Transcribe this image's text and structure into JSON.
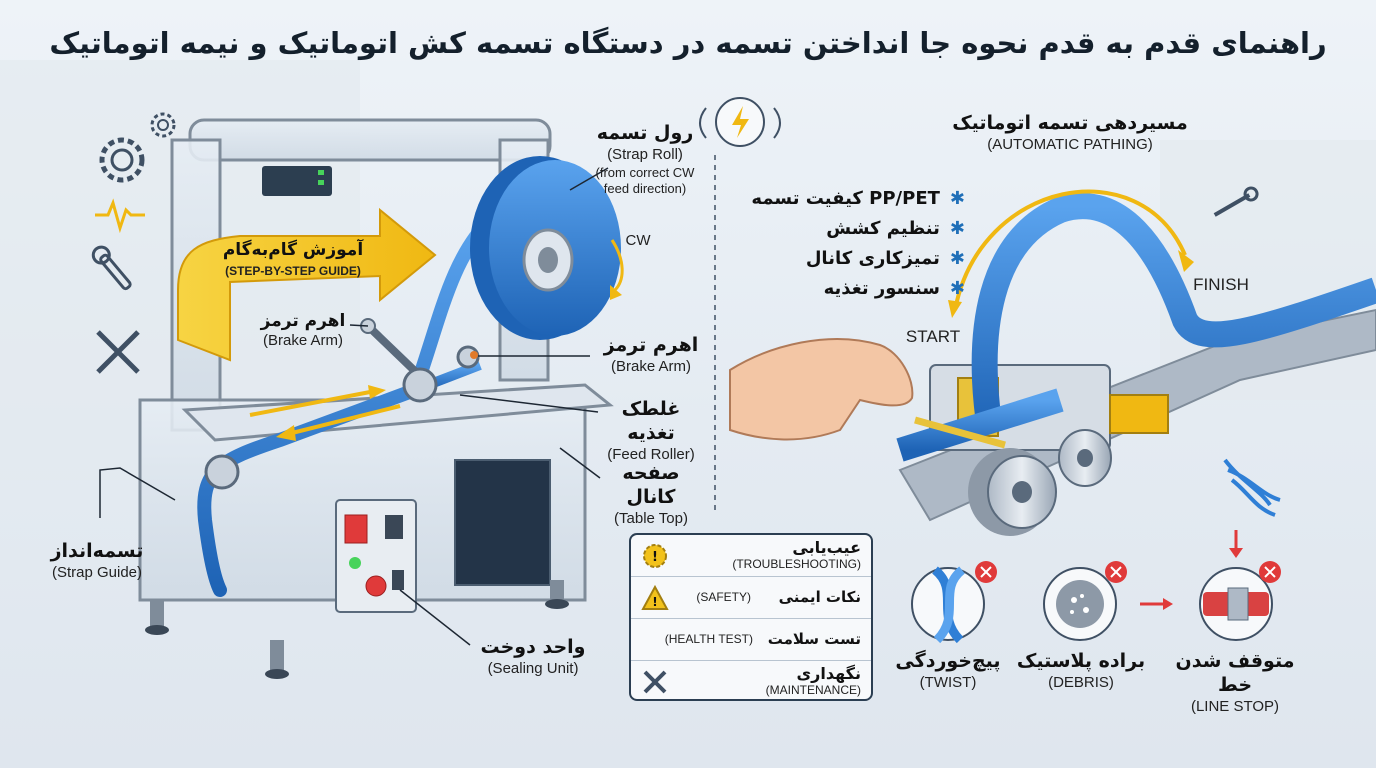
{
  "title": "راهنمای قدم به قدم نحوه جا انداختن تسمه در دستگاه تسمه کش اتوماتیک و نیمه اتوماتیک",
  "guide_banner": {
    "fa": "آموزش گام‌به‌گام",
    "en": "(STEP-BY-STEP GUIDE)"
  },
  "labels": {
    "strap_roll": {
      "fa": "رول تسمه",
      "en": "(Strap Roll)",
      "note": "(from correct CW feed direction)"
    },
    "cw": "CW",
    "brake_arm_left": {
      "fa": "اهرم ترمز",
      "en": "(Brake Arm)"
    },
    "brake_arm_right": {
      "fa": "اهرم ترمز",
      "en": "(Brake Arm)"
    },
    "feed_roller": {
      "fa": "غلطک تغذیه",
      "en": "(Feed Roller)"
    },
    "table_top": {
      "fa": "صفحه کانال",
      "en": "(Table Top)"
    },
    "strap_guide": {
      "fa": "تسمه‌انداز",
      "en": "(Strap Guide)"
    },
    "sealing_unit": {
      "fa": "واحد دوخت",
      "en": "(Sealing Unit)"
    }
  },
  "checklist": [
    "کیفیت تسمه PP/PET",
    "تنظیم کشش",
    "تمیزکاری کانال",
    "سنسور تغذیه"
  ],
  "pathing": {
    "fa": "مسیردهی تسمه اتوماتیک",
    "en": "(AUTOMATIC PATHING)",
    "start": "START",
    "finish": "FINISH"
  },
  "troubleshooting": [
    {
      "fa": "عیب‌یابی",
      "en": "(TROUBLESHOOTING)",
      "icon": "gear-warning-icon"
    },
    {
      "fa": "نکات ایمنی",
      "en": "(SAFETY)",
      "icon": "warning-triangle-icon"
    },
    {
      "fa": "تست سلامت",
      "en": "(HEALTH TEST)",
      "icon": ""
    },
    {
      "fa": "نگهداری",
      "en": "(MAINTENANCE)",
      "icon": "tools-icon"
    }
  ],
  "problems": [
    {
      "fa": "پیچ‌خوردگی",
      "en": "(TWIST)"
    },
    {
      "fa": "براده پلاستیک",
      "en": "(DEBRIS)"
    },
    {
      "fa": "متوقف شدن خط",
      "en": "(LINE STOP)"
    }
  ],
  "colors": {
    "strap": "#2f7fd6",
    "accent": "#f2c21b",
    "error": "#e03a3a",
    "frame": "#8a97a6"
  }
}
